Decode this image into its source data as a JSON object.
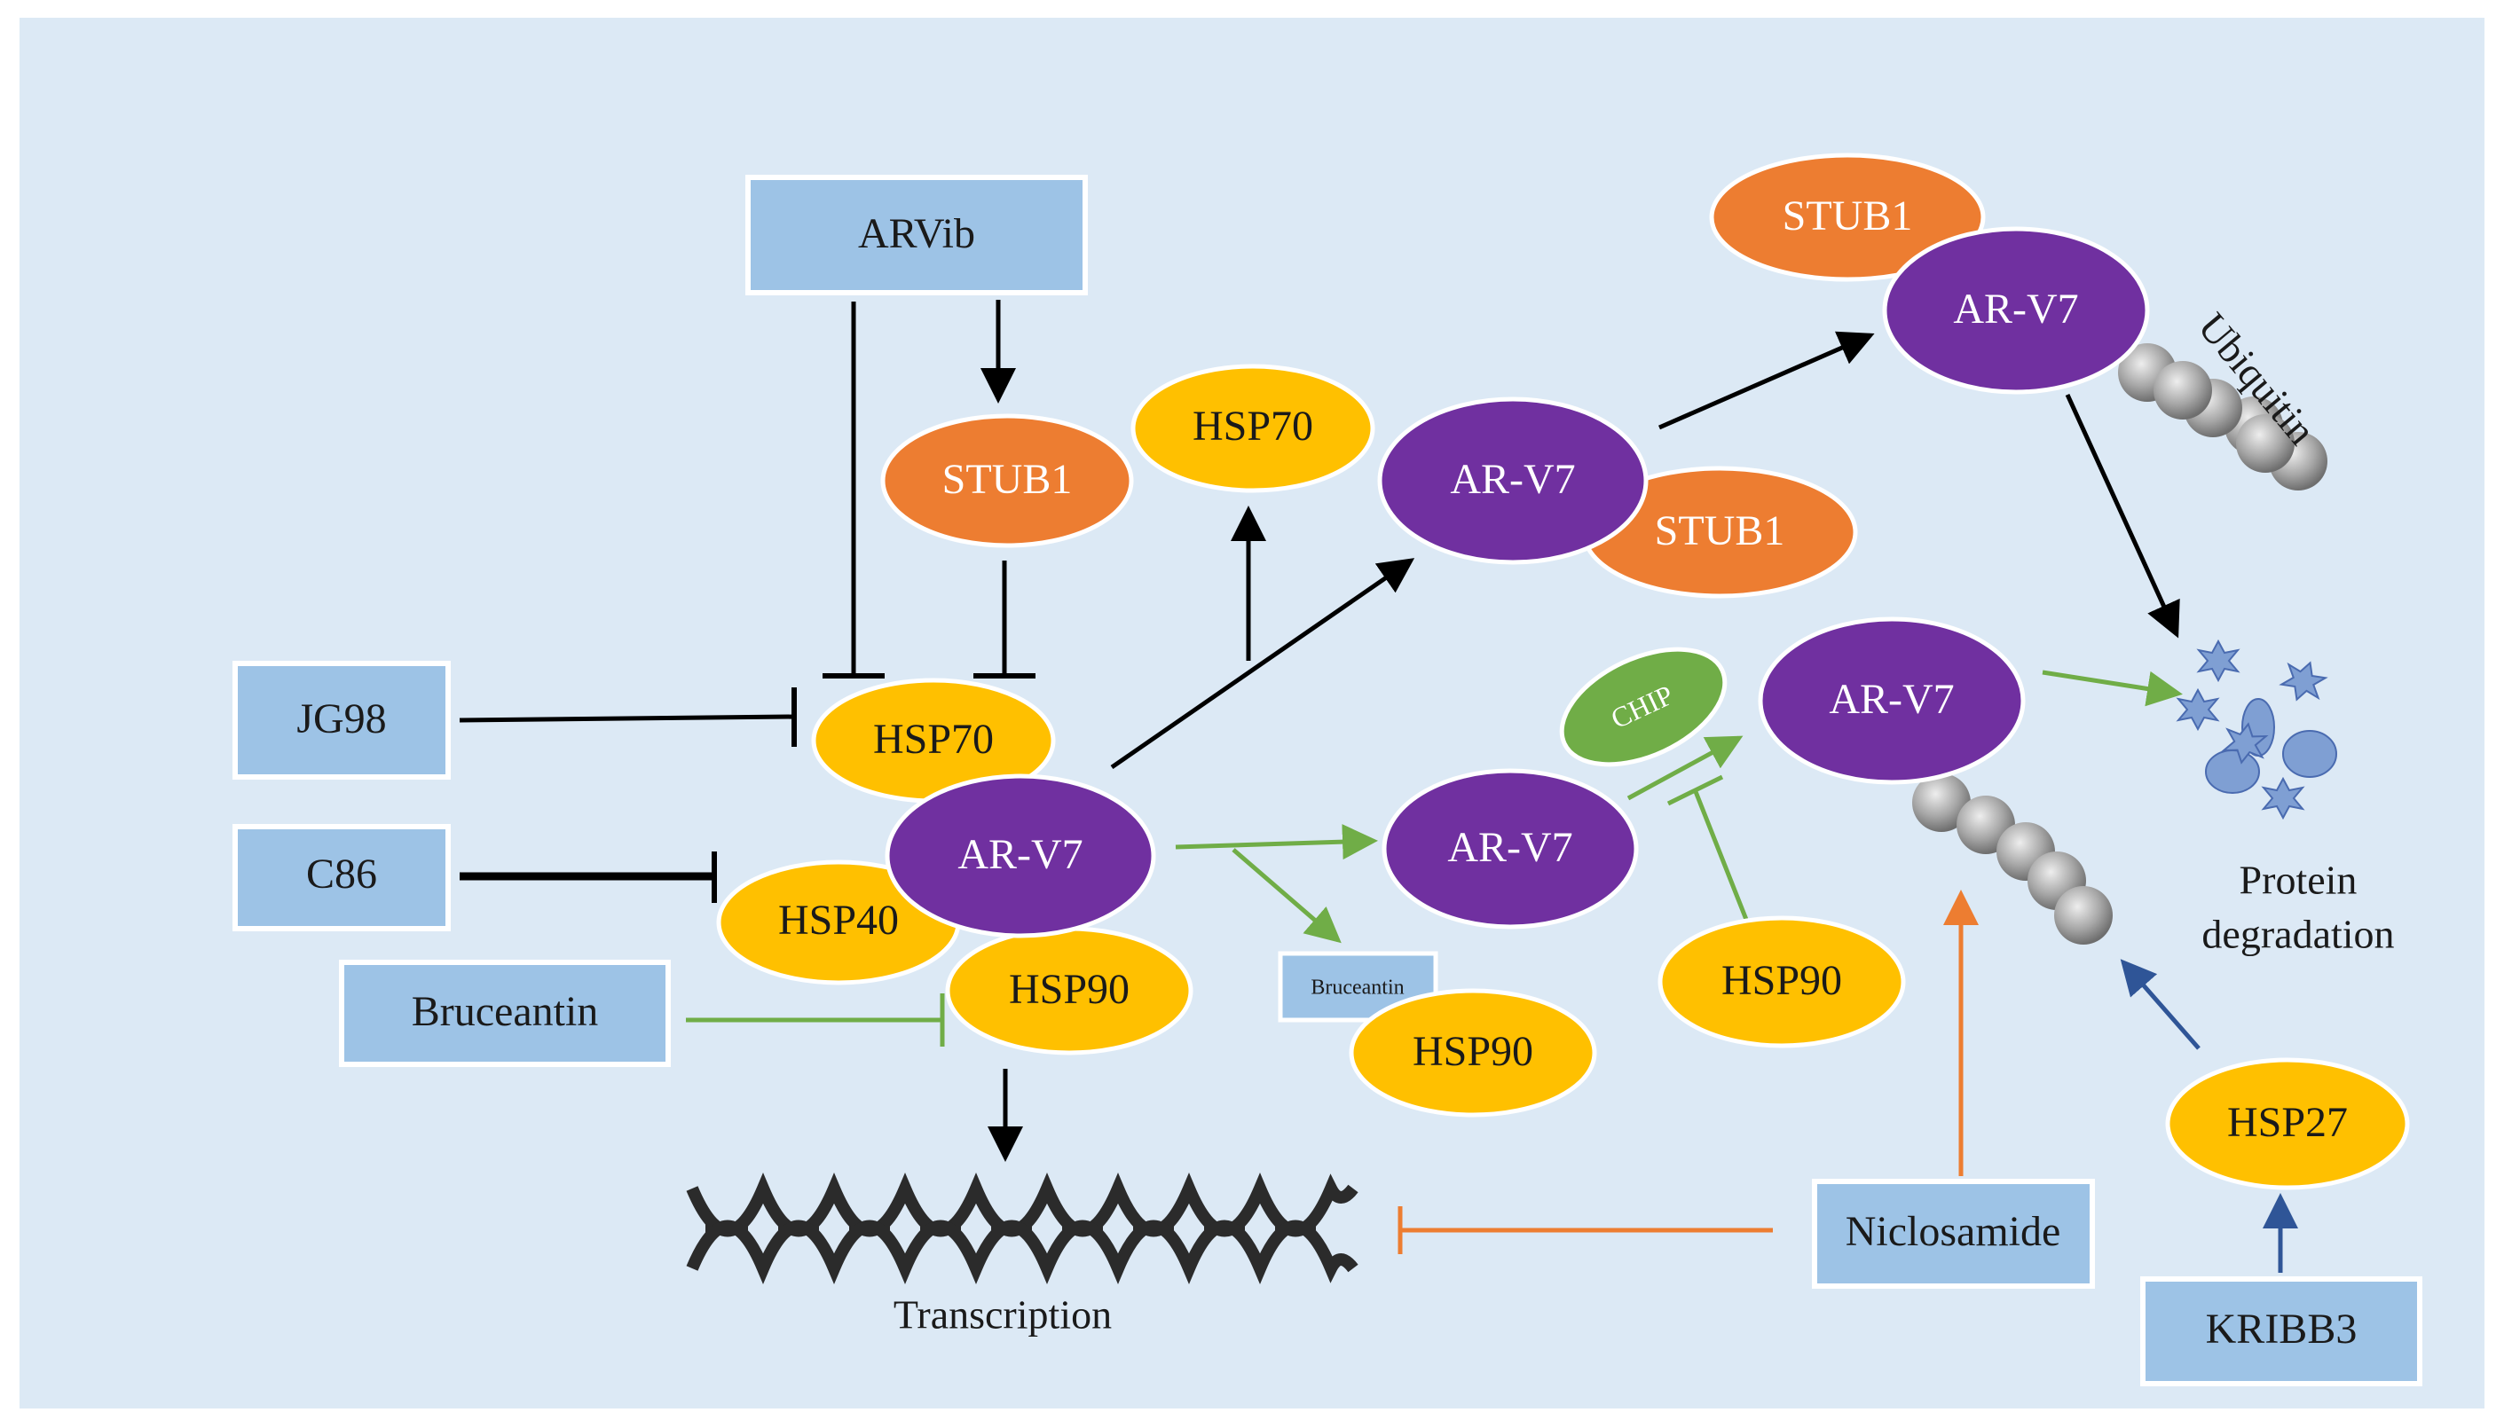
{
  "drugs": {
    "arvib": "ARVib",
    "jg98": "JG98",
    "c86": "C86",
    "bruceantin": "Bruceantin",
    "bruceantin_small": "Bruceantin",
    "niclosamide": "Niclosamide",
    "kribb3": "KRIBB3"
  },
  "proteins": {
    "stub1": "STUB1",
    "hsp70": "HSP70",
    "hsp40": "HSP40",
    "hsp90": "HSP90",
    "hsp27": "HSP27",
    "arv7": "AR-V7",
    "chip": "CHIP"
  },
  "labels": {
    "ubiquitin": "Ubiquitin",
    "protein": "Protein",
    "degradation": "degradation",
    "transcription": "Transcription"
  },
  "colors": {
    "background": "#dce9f5",
    "drug_box": "#9dc3e6",
    "stub1": "#ed7d31",
    "hsp": "#ffc000",
    "arv7": "#7030a0",
    "chip": "#70ad47",
    "activation_black": "#000000",
    "inhibition_green": "#70ad47",
    "niclosamide_orange": "#ed7d31",
    "kribb3_blue": "#2f5597",
    "ubiquitin_bead": "#a6a6a6"
  }
}
